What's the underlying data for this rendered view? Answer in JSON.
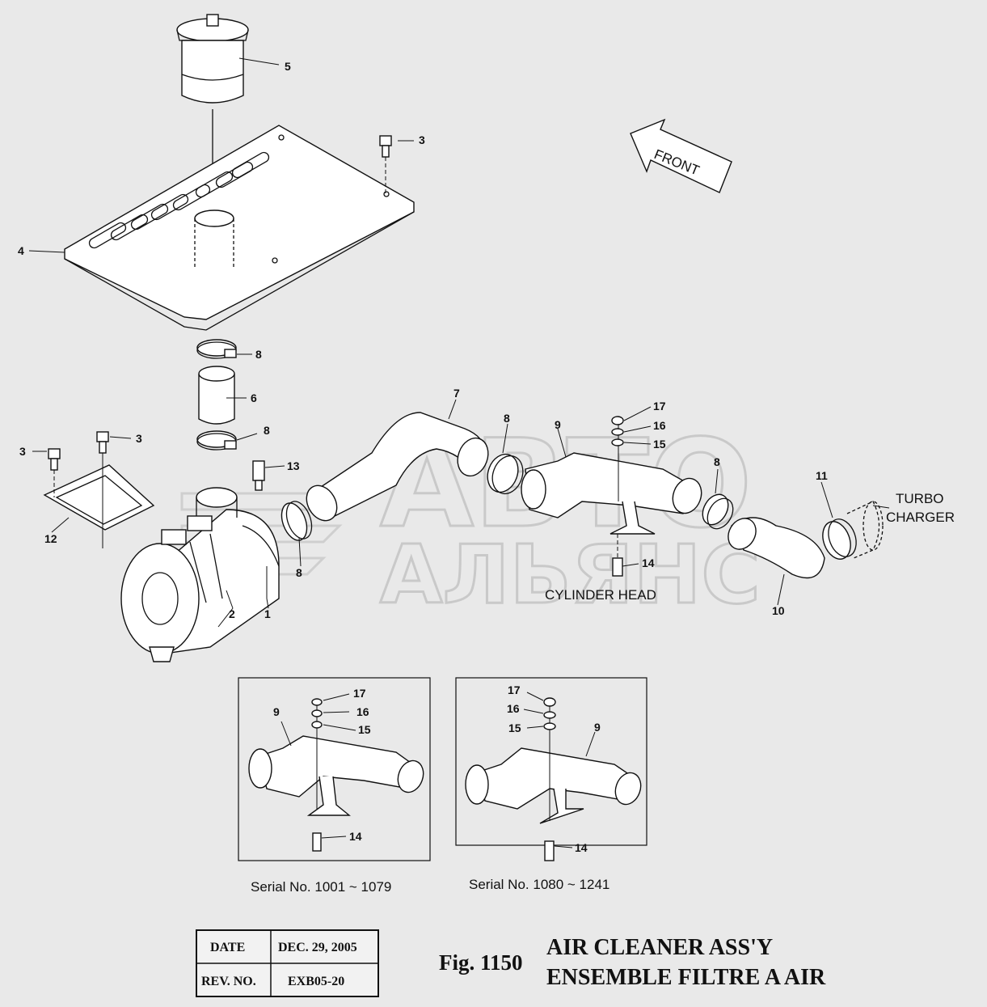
{
  "figure": {
    "fig_label": "Fig. 1150",
    "title_line1": "AIR CLEANER ASS'Y",
    "title_line2": "ENSEMBLE FILTRE A AIR"
  },
  "revision_table": {
    "date_label": "DATE",
    "date_value": "DEC. 29, 2005",
    "rev_label": "REV. NO.",
    "rev_value": "EXB05-20"
  },
  "direction_arrow": {
    "label": "FRONT"
  },
  "annotations": {
    "turbo_line1": "TURBO",
    "turbo_line2": "CHARGER",
    "cylinder_head": "CYLINDER HEAD"
  },
  "watermark": {
    "line1": "АВТО",
    "line2": "АЛЬЯНС"
  },
  "callouts": {
    "main": [
      "5",
      "3",
      "4",
      "8",
      "6",
      "8",
      "7",
      "8",
      "9",
      "17",
      "16",
      "15",
      "8",
      "11",
      "3",
      "3",
      "13",
      "12",
      "8",
      "14",
      "10",
      "2",
      "1"
    ],
    "inset_left": [
      "17",
      "16",
      "15",
      "9",
      "14"
    ],
    "inset_right": [
      "17",
      "16",
      "15",
      "9",
      "14"
    ]
  },
  "insets": {
    "left_caption": "Serial No. 1001 ~ 1079",
    "right_caption": "Serial No. 1080 ~ 1241"
  }
}
